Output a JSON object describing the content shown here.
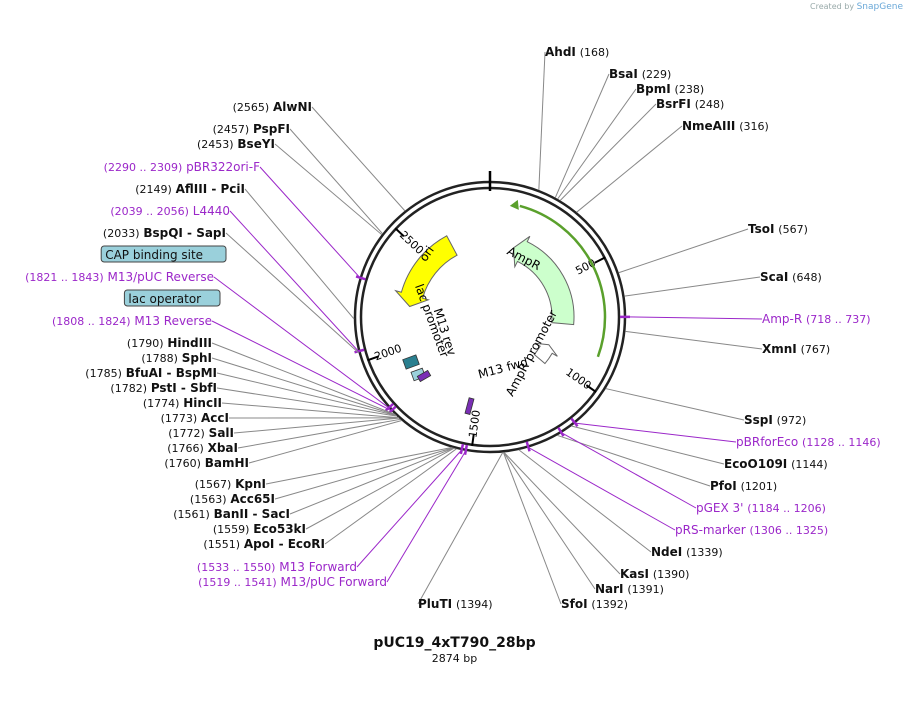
{
  "app": {
    "credit_prefix": "Created by",
    "credit_brand": "SnapGene"
  },
  "plasmid": {
    "name": "pUC19_4xT790_28bp",
    "length_label": "2874 bp",
    "length": 2874
  },
  "colors": {
    "site": "#111111",
    "primer": "#9b27c9",
    "ori": "#ffff00",
    "ampr": "#ccffcc",
    "promoter": "#ffffff",
    "lac_box": "#9ad0db",
    "backbone": "#222222"
  },
  "tick_labels": [
    "500",
    "1000",
    "1500",
    "2000",
    "2500"
  ],
  "right_sites": [
    {
      "name": "AhdI",
      "pos": "(168)",
      "type": "site"
    },
    {
      "name": "BsaI",
      "pos": "(229)",
      "type": "site"
    },
    {
      "name": "BpmI",
      "pos": "(238)",
      "type": "site"
    },
    {
      "name": "BsrFI",
      "pos": "(248)",
      "type": "site"
    },
    {
      "name": "NmeAIII",
      "pos": "(316)",
      "type": "site"
    },
    {
      "name": "TsoI",
      "pos": "(567)",
      "type": "site"
    },
    {
      "name": "ScaI",
      "pos": "(648)",
      "type": "site"
    },
    {
      "name": "Amp-R",
      "pos": "(718 .. 737)",
      "type": "primer"
    },
    {
      "name": "XmnI",
      "pos": "(767)",
      "type": "site"
    },
    {
      "name": "SspI",
      "pos": "(972)",
      "type": "site"
    },
    {
      "name": "pBRforEco",
      "pos": "(1128 .. 1146)",
      "type": "primer"
    },
    {
      "name": "EcoO109I",
      "pos": "(1144)",
      "type": "site"
    },
    {
      "name": "PfoI",
      "pos": "(1201)",
      "type": "site"
    },
    {
      "name": "pGEX 3'",
      "pos": "(1184 .. 1206)",
      "type": "primer"
    },
    {
      "name": "pRS-marker",
      "pos": "(1306 .. 1325)",
      "type": "primer"
    },
    {
      "name": "NdeI",
      "pos": "(1339)",
      "type": "site"
    },
    {
      "name": "KasI",
      "pos": "(1390)",
      "type": "site"
    },
    {
      "name": "NarI",
      "pos": "(1391)",
      "type": "site"
    },
    {
      "name": "SfoI",
      "pos": "(1392)",
      "type": "site"
    }
  ],
  "bottom_sites": [
    {
      "name": "PluTI",
      "pos": "(1394)",
      "type": "site"
    }
  ],
  "left_sites": [
    {
      "name": "AlwNI",
      "pos": "(2565)",
      "type": "site"
    },
    {
      "name": "PspFI",
      "pos": "(2457)",
      "type": "site"
    },
    {
      "name": "BseYI",
      "pos": "(2453)",
      "type": "site"
    },
    {
      "name": "pBR322ori-F",
      "pos": "(2290 .. 2309)",
      "type": "primer"
    },
    {
      "name": "AflIII",
      "name2": "PciI",
      "pos": "(2149)",
      "type": "site"
    },
    {
      "name": "L4440",
      "pos": "(2039 .. 2056)",
      "type": "primer"
    },
    {
      "name": "BspQI",
      "name2": "SapI",
      "pos": "(2033)",
      "type": "site"
    },
    {
      "name": "CAP binding site",
      "pos": "",
      "type": "feature"
    },
    {
      "name": "M13/pUC Reverse",
      "pos": "(1821 .. 1843)",
      "type": "primer"
    },
    {
      "name": "lac operator",
      "pos": "",
      "type": "feature"
    },
    {
      "name": "M13 Reverse",
      "pos": "(1808 .. 1824)",
      "type": "primer"
    },
    {
      "name": "HindIII",
      "pos": "(1790)",
      "type": "site"
    },
    {
      "name": "SphI",
      "pos": "(1788)",
      "type": "site"
    },
    {
      "name": "BfuAI",
      "name2": "BspMI",
      "pos": "(1785)",
      "type": "site"
    },
    {
      "name": "PstI",
      "name2": "SbfI",
      "pos": "(1782)",
      "type": "site"
    },
    {
      "name": "HincII",
      "pos": "(1774)",
      "type": "site"
    },
    {
      "name": "AccI",
      "pos": "(1773)",
      "type": "site"
    },
    {
      "name": "SalI",
      "pos": "(1772)",
      "type": "site"
    },
    {
      "name": "XbaI",
      "pos": "(1766)",
      "type": "site"
    },
    {
      "name": "BamHI",
      "pos": "(1760)",
      "type": "site"
    },
    {
      "name": "KpnI",
      "pos": "(1567)",
      "type": "site"
    },
    {
      "name": "Acc65I",
      "pos": "(1563)",
      "type": "site"
    },
    {
      "name": "BanII",
      "name2": "SacI",
      "pos": "(1561)",
      "type": "site"
    },
    {
      "name": "Eco53kI",
      "pos": "(1559)",
      "type": "site"
    },
    {
      "name": "ApoI",
      "name2": "EcoRI",
      "pos": "(1551)",
      "type": "site"
    },
    {
      "name": "M13 Forward",
      "pos": "(1533 .. 1550)",
      "type": "primer"
    },
    {
      "name": "M13/pUC Forward",
      "pos": "(1519 .. 1541)",
      "type": "primer"
    }
  ],
  "features": {
    "ori": "ori",
    "ampr": "AmpR",
    "ampr_promoter": "AmpR promoter",
    "lac_promoter": "lac promoter",
    "m13_rev": "M13 rev",
    "m13_fwd": "M13 fwd"
  }
}
